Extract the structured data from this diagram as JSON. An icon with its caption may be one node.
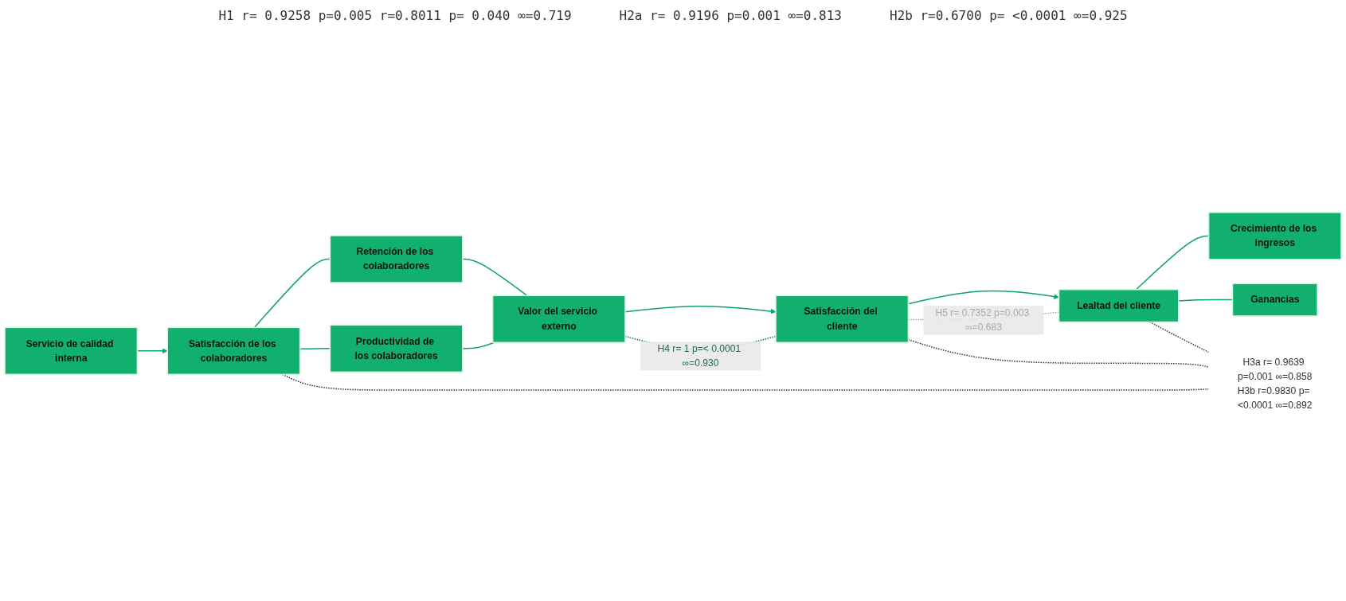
{
  "diagram": {
    "nodes": [
      {
        "text": [
          "Servicio de calidad interna"
        ]
      },
      {
        "text": [
          "Satisfacción de los colaboradores"
        ]
      },
      {
        "text": [
          "Retención de los colaboradores"
        ]
      },
      {
        "text": [
          "Productividad de los colaboradores"
        ]
      },
      {
        "text": [
          "Valor del servicio externo"
        ]
      },
      {
        "text": [
          "Satisfacción del cliente"
        ]
      },
      {
        "text": [
          "Lealtad del cliente"
        ]
      },
      {
        "text": [
          "Crecimiento de los ingresos"
        ]
      },
      {
        "text": [
          "Ganancias"
        ]
      },
      {
        "text": [
          "H3a r= 0.9639 p=0.001 ∞=0.858",
          "H3b r=0.9830 p= <0.0001 ∞=0.892"
        ]
      }
    ],
    "edges": [
      {
        "from": 0,
        "to": 1,
        "arrow": "to"
      },
      {
        "from": 1,
        "to": 2,
        "arrow": "none"
      },
      {
        "from": 1,
        "to": 3,
        "arrow": "none"
      },
      {
        "from": 2,
        "to": 4,
        "arrow": "none"
      },
      {
        "from": 3,
        "to": 4,
        "arrow": "none"
      },
      {
        "from": 4,
        "to": 5,
        "arrow": "to"
      },
      {
        "from": 5,
        "to": 6,
        "arrow": "to"
      },
      {
        "from": 6,
        "to": 7,
        "arrow": "none"
      },
      {
        "from": 6,
        "to": 8,
        "arrow": "none"
      },
      {
        "from": 4,
        "to": 5,
        "arrow": "none",
        "style": "dashed",
        "color": "#1e6b4c",
        "label": "H4 r= 1 p=< 0.0001 ∞=0.930"
      },
      {
        "from": 5,
        "to": 6,
        "arrow": "none",
        "style": "dashed",
        "color": "#aaaaaa",
        "label": "H5 r= 0.7352 p=0.003 ∞=0.683"
      },
      {
        "from": 1,
        "to": 9,
        "arrow": "none",
        "style": "dashed",
        "color": "#333333"
      },
      {
        "from": 5,
        "to": 9,
        "arrow": "none",
        "style": "dashed",
        "color": "#333333"
      },
      {
        "from": 6,
        "to": 9,
        "arrow": "none",
        "style": "dashed",
        "color": "#333333"
      }
    ],
    "labels": [
      "H1 r= 0.9258 p=0.005 r=0.8011 p= 0.040 ∞=0.719",
      "H2a r= 0.9196 p=0.001 ∞=0.813",
      "H2b r=0.6700 p= <0.0001 ∞=0.925"
    ]
  }
}
